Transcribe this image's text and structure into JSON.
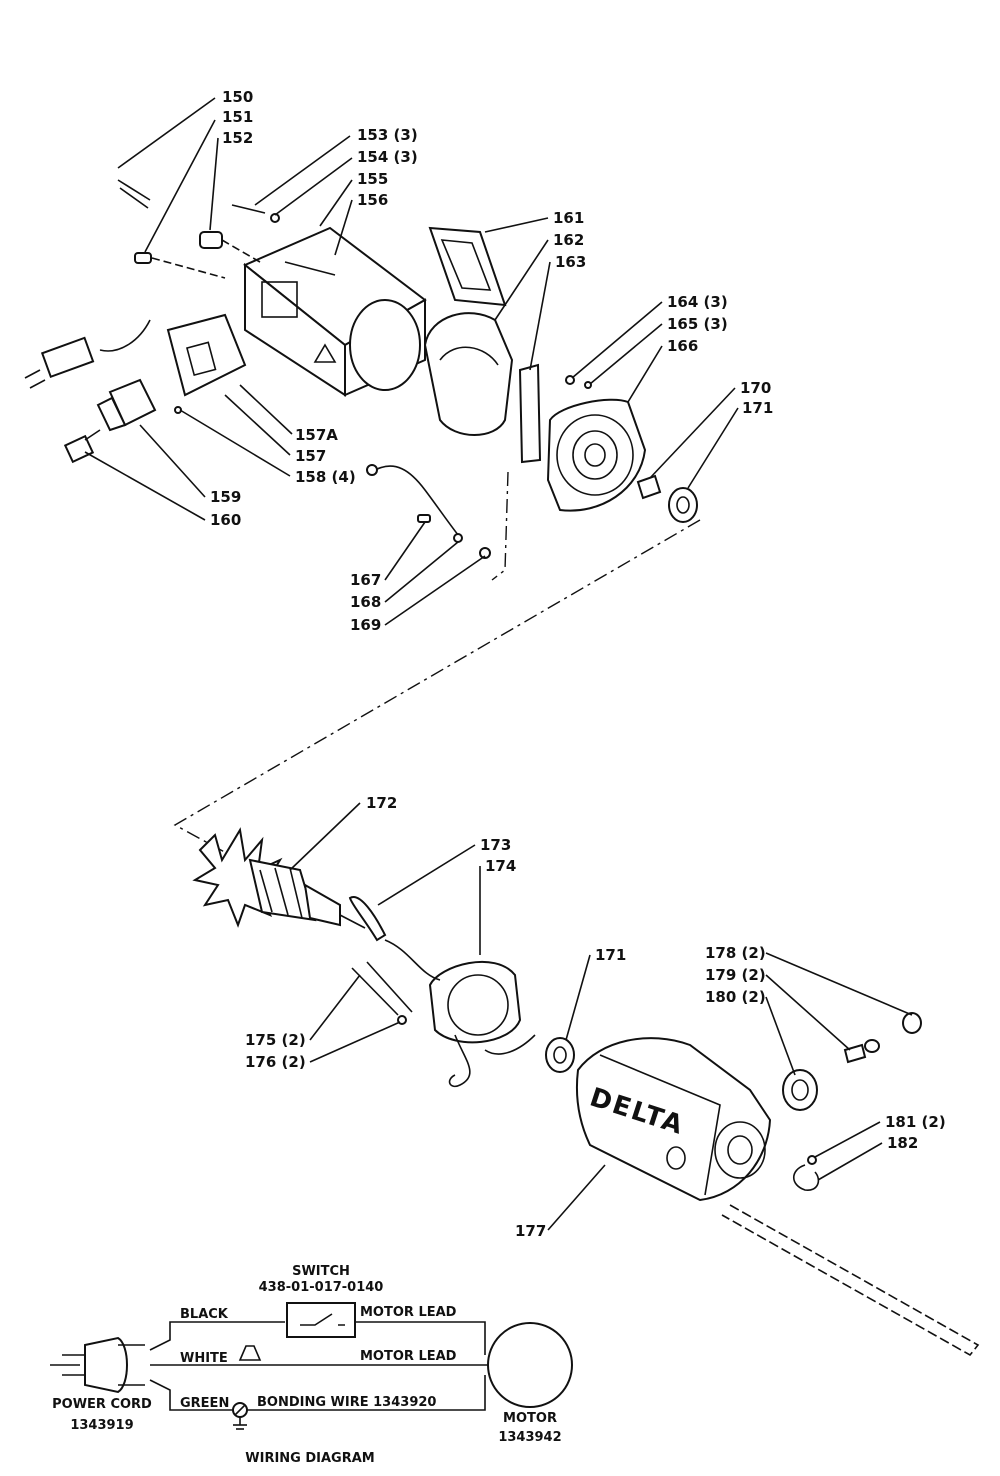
{
  "callouts": {
    "c150": "150",
    "c151": "151",
    "c152": "152",
    "c153": "153 (3)",
    "c154": "154 (3)",
    "c155": "155",
    "c156": "156",
    "c161": "161",
    "c162": "162",
    "c163": "163",
    "c164": "164 (3)",
    "c165": "165 (3)",
    "c166": "166",
    "c170": "170",
    "c171a": "171",
    "c157a": "157A",
    "c157": "157",
    "c158": "158 (4)",
    "c159": "159",
    "c160": "160",
    "c167": "167",
    "c168": "168",
    "c169": "169",
    "c172": "172",
    "c173": "173",
    "c174": "174",
    "c171b": "171",
    "c178": "178 (2)",
    "c179": "179 (2)",
    "c180": "180 (2)",
    "c175": "175 (2)",
    "c176": "176 (2)",
    "c181": "181 (2)",
    "c182": "182",
    "c177": "177"
  },
  "housing_logo": "DELTA",
  "wiring": {
    "switch_title": "SWITCH",
    "switch_part": "438-01-017-0140",
    "black": "BLACK",
    "white": "WHITE",
    "green": "GREEN",
    "motor_lead_1": "MOTOR LEAD",
    "motor_lead_2": "MOTOR LEAD",
    "bonding_wire": "BONDING WIRE  1343920",
    "power_cord": "POWER CORD",
    "power_cord_part": "1343919",
    "motor": "MOTOR",
    "motor_part": "1343942",
    "title": "WIRING DIAGRAM"
  }
}
